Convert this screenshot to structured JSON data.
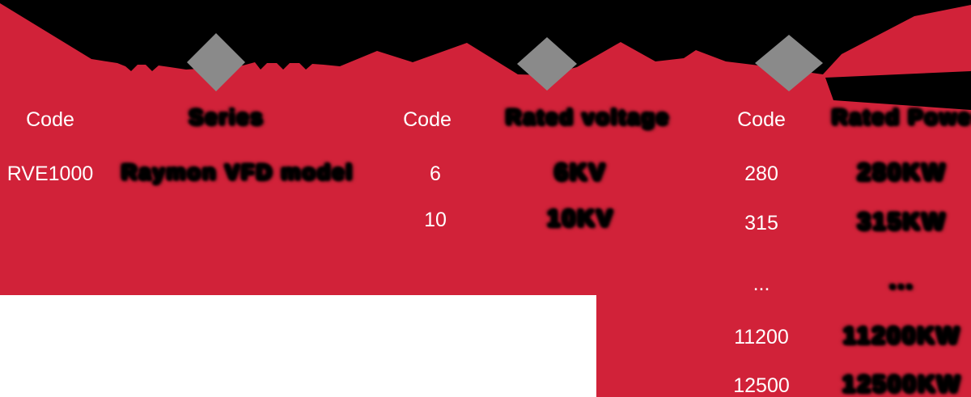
{
  "banner": {
    "separator_icons": [
      "diamond",
      "diamond",
      "diamond"
    ]
  },
  "columns": [
    {
      "code_header": "Code",
      "desc_header": "Series",
      "rows": [
        {
          "code": "RVE1000",
          "desc": "Raymon VFD model"
        }
      ]
    },
    {
      "code_header": "Code",
      "desc_header": "Rated voltage",
      "rows": [
        {
          "code": "6",
          "desc": "6KV"
        },
        {
          "code": "10",
          "desc": "10KV"
        }
      ]
    },
    {
      "code_header": "Code",
      "desc_header": "Rated Power",
      "rows": [
        {
          "code": "280",
          "desc": "280KW"
        },
        {
          "code": "315",
          "desc": "315KW"
        },
        {
          "code": "...",
          "desc": "..."
        },
        {
          "code": "11200",
          "desc": "11200KW"
        },
        {
          "code": "12500",
          "desc": "12500KW"
        }
      ]
    }
  ],
  "colors": {
    "background_red": "#D12239",
    "diamond_gray": "#8A8A8A",
    "text_white": "#FFFFFF",
    "text_black": "#000000",
    "panel_white": "#FFFFFF"
  }
}
